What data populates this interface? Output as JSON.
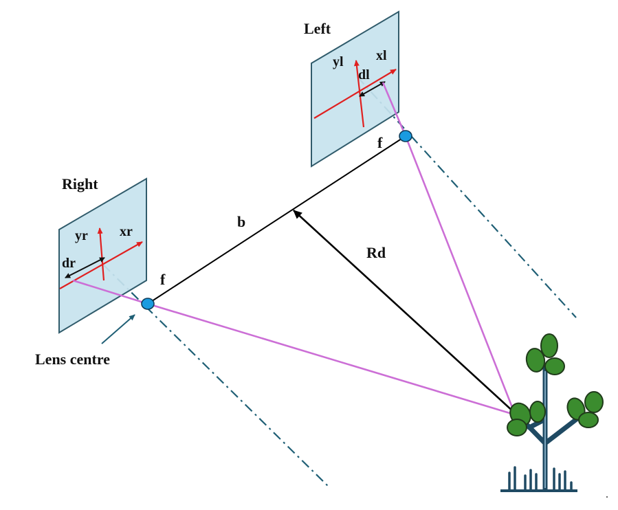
{
  "labels": {
    "left": "Left",
    "right": "Right",
    "yl": "yl",
    "xl": "xl",
    "dl": "dl",
    "f_left": "f",
    "yr": "yr",
    "xr": "xr",
    "dr": "dr",
    "f_right": "f",
    "b": "b",
    "rd": "Rd",
    "lens_centre": "Lens centre"
  },
  "colors": {
    "sensor_fill": "#c7e3ee",
    "sensor_stroke": "#1f4e5f",
    "image_axis": "#e02020",
    "ray": "#cc6fd6",
    "optical_axis": "#1f5f75",
    "baseline": "#000000",
    "lens": "#1a9be0",
    "plant_stem": "#1f4a63",
    "leaf": "#3b8c2e",
    "leaf_stroke": "#1f3a1a"
  }
}
